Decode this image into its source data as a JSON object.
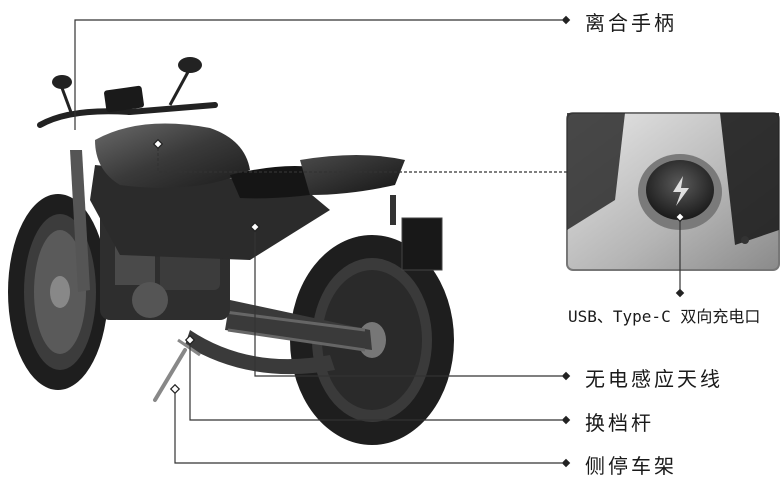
{
  "callouts": [
    {
      "id": "clutch",
      "text": "离合手柄"
    },
    {
      "id": "usb",
      "text": "USB、Type-C 双向充电口"
    },
    {
      "id": "antenna",
      "text": "无电感应天线"
    },
    {
      "id": "shifter",
      "text": "换档杆"
    },
    {
      "id": "kickstand",
      "text": "侧停车架"
    }
  ],
  "colors": {
    "line": "#333333",
    "text": "#1a1a1a",
    "bike": "#2b2b2b",
    "tire": "#1e1e1e"
  },
  "icons": {
    "usb_port": "lightning-icon",
    "marker": "diamond-marker"
  }
}
